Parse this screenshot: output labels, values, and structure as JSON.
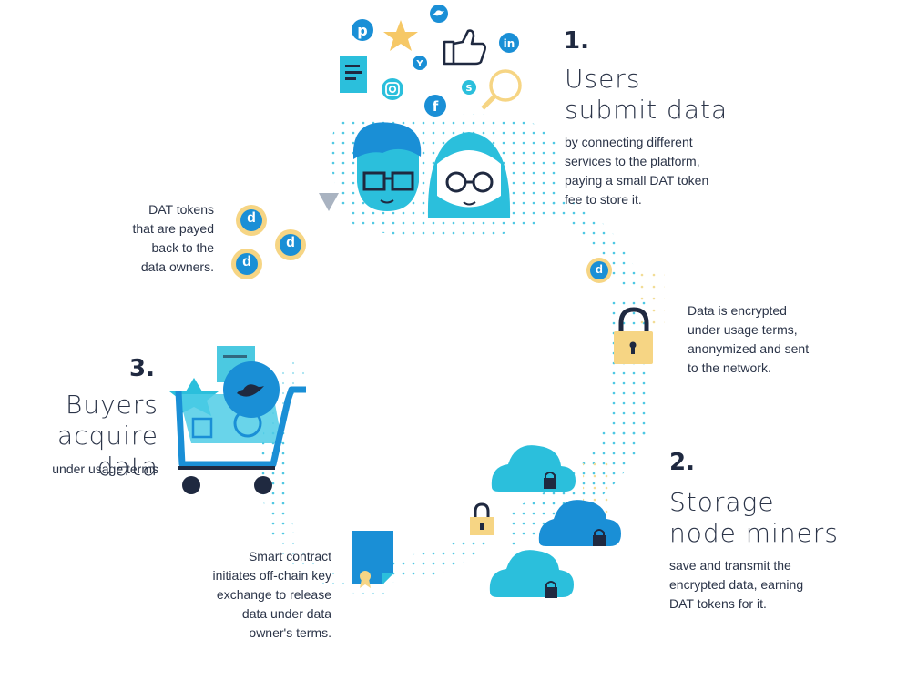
{
  "steps": {
    "step1": {
      "number": "1.",
      "title_lines": [
        "Users",
        "submit data"
      ],
      "desc_lines": [
        "by connecting different",
        "services to the platform,",
        "paying a small DAT token",
        "fee to store it."
      ]
    },
    "step2": {
      "number": "2.",
      "title_lines": [
        "Storage",
        "node miners"
      ],
      "desc_lines": [
        "save and transmit the",
        "encrypted data, earning",
        "DAT tokens for it."
      ]
    },
    "step3": {
      "number": "3.",
      "title_lines": [
        "Buyers",
        "acquire data"
      ],
      "desc_lines": [
        "under usage terms"
      ]
    }
  },
  "notes": {
    "tokens": [
      "DAT tokens",
      "that are payed",
      "back to the",
      "data owners."
    ],
    "encrypted": [
      "Data is encrypted",
      "under usage terms,",
      "anonymized and sent",
      "to the network."
    ],
    "contract": [
      "Smart contract",
      "initiates off-chain key",
      "exchange to release",
      "data under data",
      "owner's terms."
    ]
  },
  "coin_letter": "d",
  "icons": [
    "pinterest-icon",
    "star-icon",
    "twitter-icon",
    "thumbs-up-icon",
    "linkedin-icon",
    "document-icon",
    "yahoo-icon",
    "instagram-icon",
    "skype-icon",
    "facebook-icon",
    "magnifier-icon",
    "user-male-icon",
    "user-female-icon",
    "dat-coin-icon",
    "padlock-icon",
    "cloud-icon",
    "shopping-cart-icon",
    "contract-icon"
  ],
  "colors": {
    "cyan": "#2bbfdc",
    "blue": "#1a8fd6",
    "dark": "#1f2940",
    "gold": "#f2c94c",
    "coin_ring": "#f6d584"
  }
}
